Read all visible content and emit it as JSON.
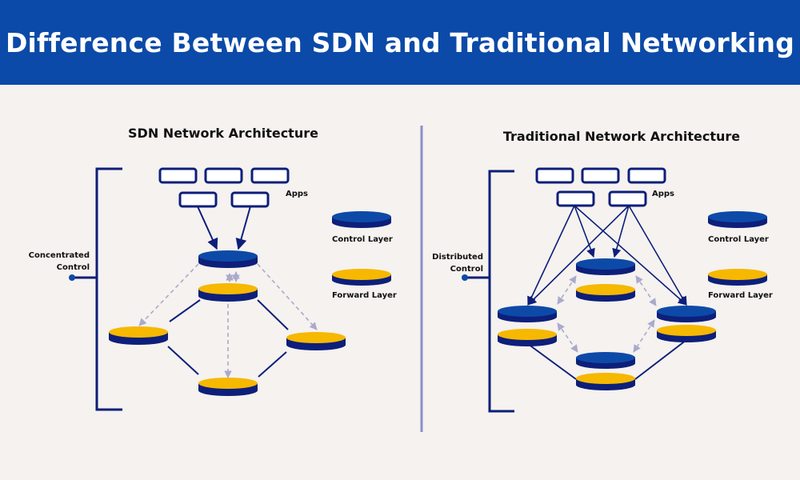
{
  "header": {
    "title": "Difference Between SDN and Traditional Networking"
  },
  "colors": {
    "banner": "#0b4aa8",
    "background": "#f5f2ef",
    "navy": "#0d1f7a",
    "control": "#0d4aa8",
    "forward": "#f6b800",
    "link": "#0d1f7a",
    "dashed": "#aaaacd",
    "divider": "#8c90c4"
  },
  "sdn": {
    "title": "SDN Network Architecture",
    "apps_label": "Apps",
    "control_label": [
      "Concentrated",
      "Control"
    ],
    "legend": {
      "control": "Control Layer",
      "forward": "Forward Layer"
    }
  },
  "traditional": {
    "title": "Traditional Network Architecture",
    "apps_label": "Apps",
    "control_label": [
      "Distributed",
      "Control"
    ],
    "legend": {
      "control": "Control Layer",
      "forward": "Forward Layer"
    }
  }
}
